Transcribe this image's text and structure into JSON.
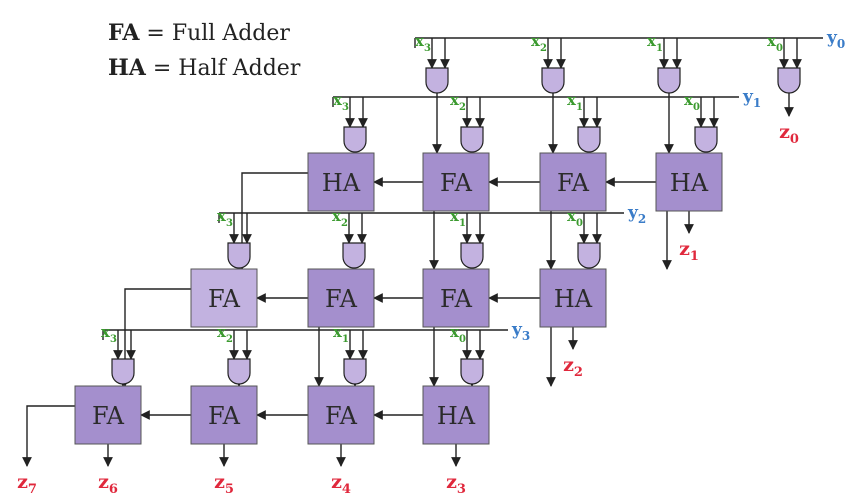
{
  "legend": [
    {
      "abbr": "FA",
      "eq": " = ",
      "text": "Full Adder"
    },
    {
      "abbr": "HA",
      "eq": " = ",
      "text": "Half Adder"
    }
  ],
  "colors": {
    "x_label": "#3b9a2f",
    "y_label": "#3a7cc8",
    "z_label": "#e0283c",
    "block_fill": "#a48fcd",
    "block_fill_light": "#c2b2e0",
    "gate_fill": "#c3b2e0",
    "stroke": "#222222"
  },
  "rows": [
    {
      "y": {
        "base": "y",
        "sub": "0"
      },
      "inputs": [
        {
          "base": "x",
          "sub": "3"
        },
        {
          "base": "x",
          "sub": "2"
        },
        {
          "base": "x",
          "sub": "1"
        },
        {
          "base": "x",
          "sub": "0"
        }
      ]
    },
    {
      "y": {
        "base": "y",
        "sub": "1"
      },
      "inputs": [
        {
          "base": "x",
          "sub": "3"
        },
        {
          "base": "x",
          "sub": "2"
        },
        {
          "base": "x",
          "sub": "1"
        },
        {
          "base": "x",
          "sub": "0"
        }
      ]
    },
    {
      "y": {
        "base": "y",
        "sub": "2"
      },
      "inputs": [
        {
          "base": "x",
          "sub": "3"
        },
        {
          "base": "x",
          "sub": "2"
        },
        {
          "base": "x",
          "sub": "1"
        },
        {
          "base": "x",
          "sub": "0"
        }
      ]
    },
    {
      "y": {
        "base": "y",
        "sub": "3"
      },
      "inputs": [
        {
          "base": "x",
          "sub": "3"
        },
        {
          "base": "x",
          "sub": "2"
        },
        {
          "base": "x",
          "sub": "1"
        },
        {
          "base": "x",
          "sub": "0"
        }
      ]
    }
  ],
  "adder_rows": [
    [
      "HA",
      "FA",
      "FA",
      "HA"
    ],
    [
      "FA",
      "FA",
      "FA",
      "HA"
    ],
    [
      "FA",
      "FA",
      "FA",
      "HA"
    ]
  ],
  "outputs": [
    {
      "base": "z",
      "sub": "0"
    },
    {
      "base": "z",
      "sub": "1"
    },
    {
      "base": "z",
      "sub": "2"
    },
    {
      "base": "z",
      "sub": "3"
    },
    {
      "base": "z",
      "sub": "4"
    },
    {
      "base": "z",
      "sub": "5"
    },
    {
      "base": "z",
      "sub": "6"
    },
    {
      "base": "z",
      "sub": "7"
    }
  ]
}
